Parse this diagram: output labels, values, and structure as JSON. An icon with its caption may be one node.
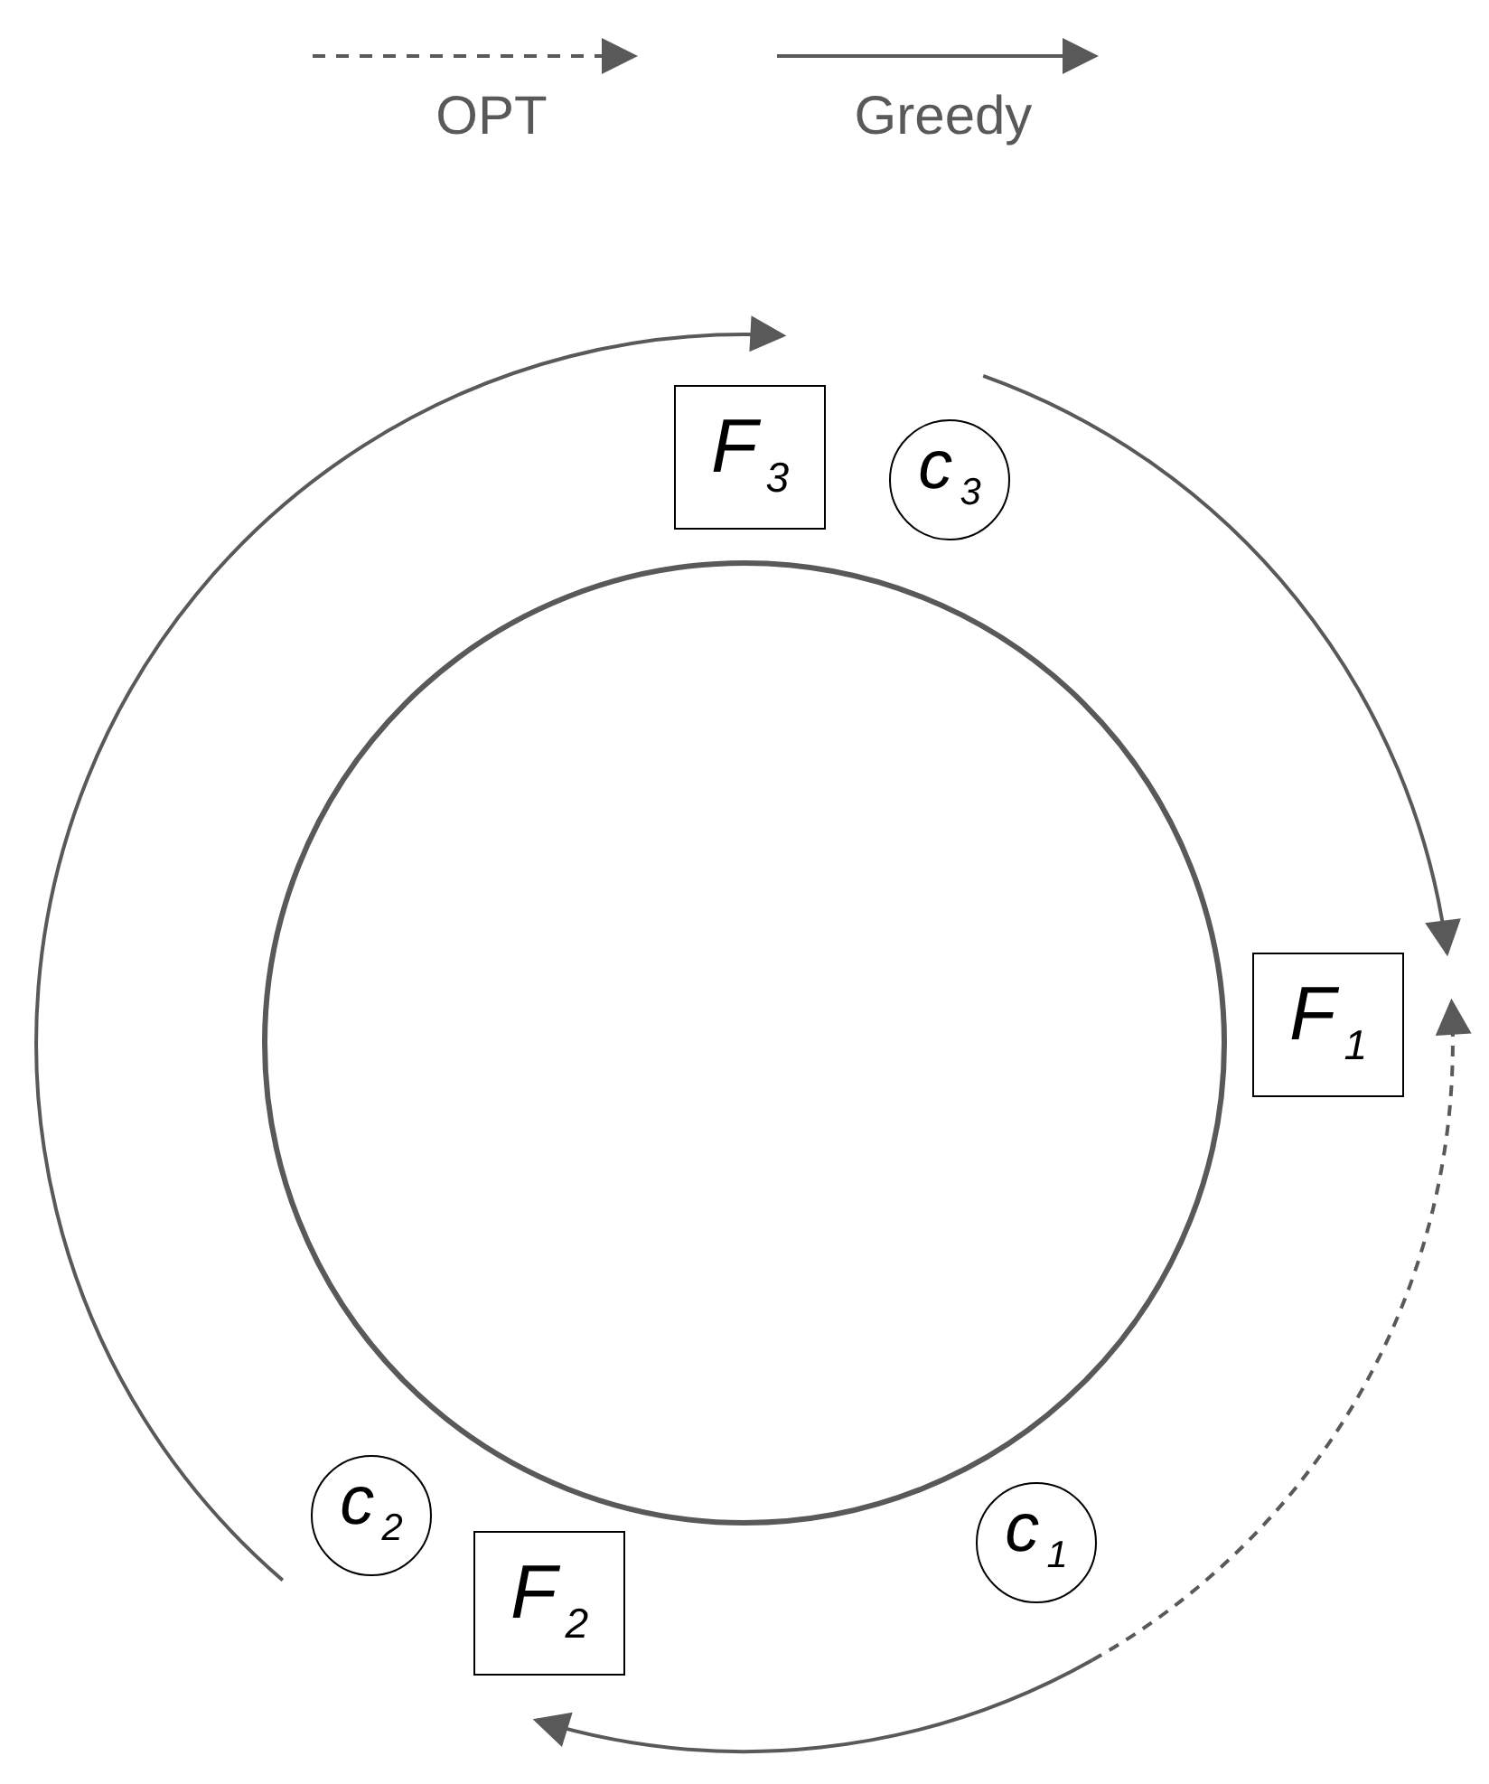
{
  "diagram": {
    "nodes": [
      {
        "text": [],
        "shape": "circle"
      },
      {
        "text": [
          "F$_{3}$"
        ]
      },
      {
        "text": [
          "c$_{3}$"
        ]
      },
      {
        "text": [
          "F$_{1}$"
        ]
      },
      {
        "text": [
          "c$_{2}$"
        ]
      },
      {
        "text": [
          "c$_{1}$"
        ]
      },
      {
        "text": [
          "F$_{2}$"
        ]
      }
    ],
    "edges": [
      {
        "from": 4,
        "to": 1,
        "arrow": "to"
      },
      {
        "from": 2,
        "to": 3,
        "arrow": "to"
      },
      {
        "from": 5,
        "to": 6,
        "arrow": "to"
      },
      {
        "from": 5,
        "to": 3,
        "arrow": "to",
        "style": "dashed"
      }
    ],
    "legend": [
      {
        "text": "OPT"
      },
      {
        "text": "Greedy"
      }
    ]
  }
}
